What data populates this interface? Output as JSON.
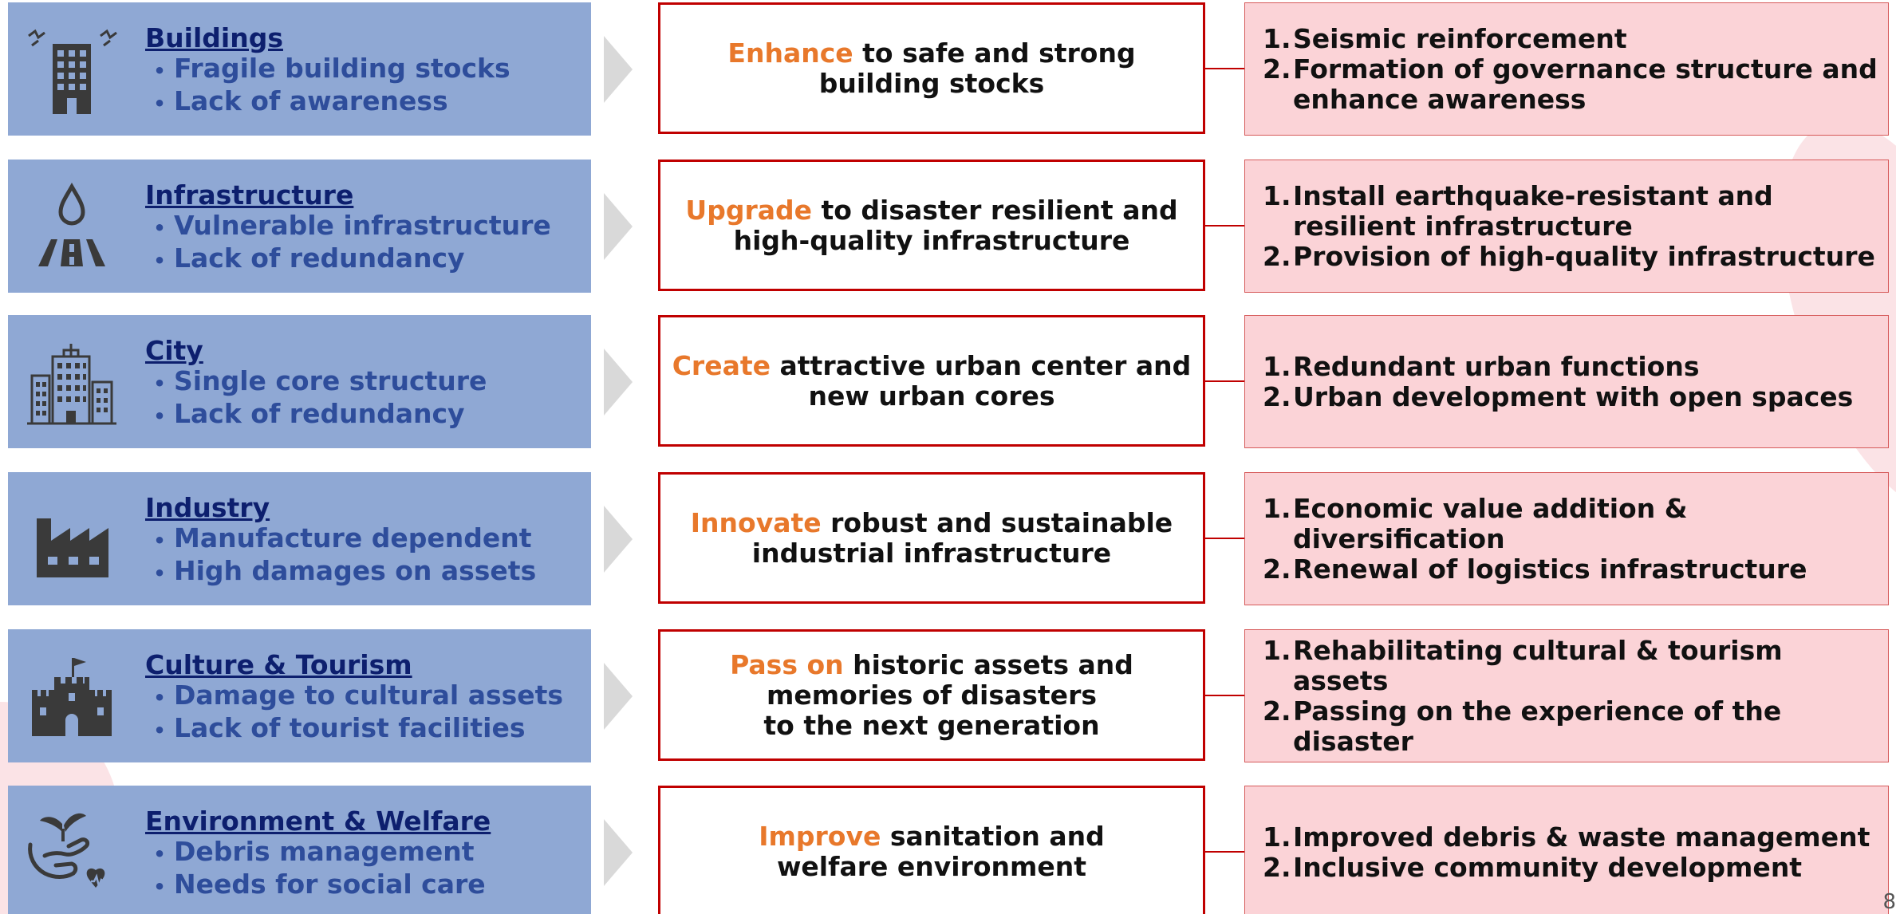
{
  "page_number": "8",
  "colors": {
    "category_panel": "#8fa8d4",
    "category_title": "#0d1f6e",
    "category_bullet": "#2e4d9b",
    "goal_border": "#c00000",
    "goal_verb": "#e8782b",
    "action_panel": "#fbd3d7",
    "icon": "#3a3a3a"
  },
  "rows": [
    {
      "category": {
        "icon": "office-building-icon",
        "title": "Buildings",
        "bullets": [
          "Fragile building stocks",
          "Lack of awareness"
        ]
      },
      "goal": {
        "verb": "Enhance",
        "rest": " to safe and strong\nbuilding stocks"
      },
      "actions": [
        {
          "num": "1.",
          "label": "Seismic reinforcement"
        },
        {
          "num": "2.",
          "label": "Formation of governance structure and enhance awareness"
        }
      ]
    },
    {
      "category": {
        "icon": "road-water-drop-icon",
        "title": "Infrastructure",
        "bullets": [
          "Vulnerable infrastructure",
          "Lack of redundancy"
        ]
      },
      "goal": {
        "verb": "Upgrade",
        "rest": " to disaster resilient and\nhigh-quality infrastructure"
      },
      "actions": [
        {
          "num": "1.",
          "label": "Install earthquake-resistant and resilient infrastructure"
        },
        {
          "num": "2.",
          "label": "Provision of high-quality infrastructure"
        }
      ]
    },
    {
      "category": {
        "icon": "city-buildings-icon",
        "title": "City",
        "bullets": [
          "Single core structure",
          "Lack of redundancy"
        ]
      },
      "goal": {
        "verb": "Create",
        "rest": " attractive urban center and\nnew urban cores"
      },
      "actions": [
        {
          "num": "1.",
          "label": "Redundant urban functions"
        },
        {
          "num": "2.",
          "label": "Urban development with open spaces"
        }
      ]
    },
    {
      "category": {
        "icon": "factory-icon",
        "title": "Industry",
        "bullets": [
          "Manufacture dependent",
          "High damages on assets"
        ]
      },
      "goal": {
        "verb": "Innovate",
        "rest": " robust and sustainable\nindustrial infrastructure"
      },
      "actions": [
        {
          "num": "1.",
          "label": "Economic value addition & diversification"
        },
        {
          "num": "2.",
          "label": "Renewal of logistics infrastructure"
        }
      ]
    },
    {
      "category": {
        "icon": "castle-icon",
        "title": "Culture & Tourism",
        "bullets": [
          "Damage to cultural assets",
          "Lack of tourist facilities"
        ]
      },
      "goal": {
        "verb": "Pass on",
        "rest": " historic assets and\nmemories of disasters\nto the next generation"
      },
      "actions": [
        {
          "num": "1.",
          "label": "Rehabilitating cultural & tourism assets"
        },
        {
          "num": "2.",
          "label": "Passing on the experience of the disaster"
        }
      ]
    },
    {
      "category": {
        "icon": "hand-plant-heart-icon",
        "title": "Environment & Welfare",
        "bullets": [
          "Debris management",
          "Needs for social care"
        ]
      },
      "goal": {
        "verb": "Improve",
        "rest": " sanitation and\nwelfare environment"
      },
      "actions": [
        {
          "num": "1.",
          "label": "Improved debris & waste management"
        },
        {
          "num": "2.",
          "label": "Inclusive community development"
        }
      ]
    }
  ]
}
